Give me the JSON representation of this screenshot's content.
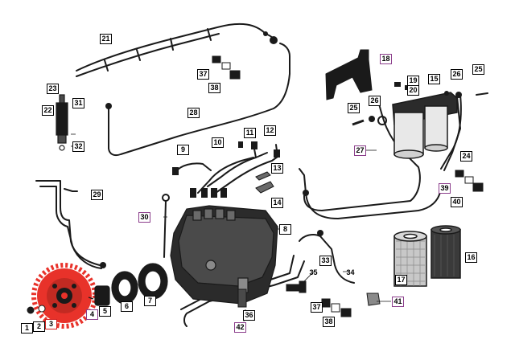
{
  "colors": {
    "line": "#1a1a1a",
    "highlight_purple": "#8b3d8b",
    "highlight_red": "#d21f1f",
    "gear_red": "#e8322a",
    "pump_dark": "#2b2b2b",
    "filter_mesh": "#b8b8b8",
    "filter_dark": "#3a3a3a"
  },
  "callouts": {
    "c1": "1",
    "c2": "2",
    "c3": "3",
    "c4": "4",
    "c5": "5",
    "c6": "6",
    "c7": "7",
    "c8": "8",
    "c9": "9",
    "c10": "10",
    "c11": "11",
    "c12": "12",
    "c13": "13",
    "c14": "14",
    "c15": "15",
    "c16": "16",
    "c17": "17",
    "c18": "18",
    "c19": "19",
    "c20": "20",
    "c21": "21",
    "c22": "22",
    "c23": "23",
    "c24": "24",
    "c25a": "25",
    "c25b": "25",
    "c26a": "26",
    "c26b": "26",
    "c27": "27",
    "c28": "28",
    "c29": "29",
    "c30": "30",
    "c31": "31",
    "c32": "32",
    "c33": "33",
    "c34": "34",
    "c35": "35",
    "c36": "36",
    "c37a": "37",
    "c37b": "37",
    "c38a": "38",
    "c38b": "38",
    "c39": "39",
    "c40": "40",
    "c41": "41",
    "c42": "42"
  }
}
